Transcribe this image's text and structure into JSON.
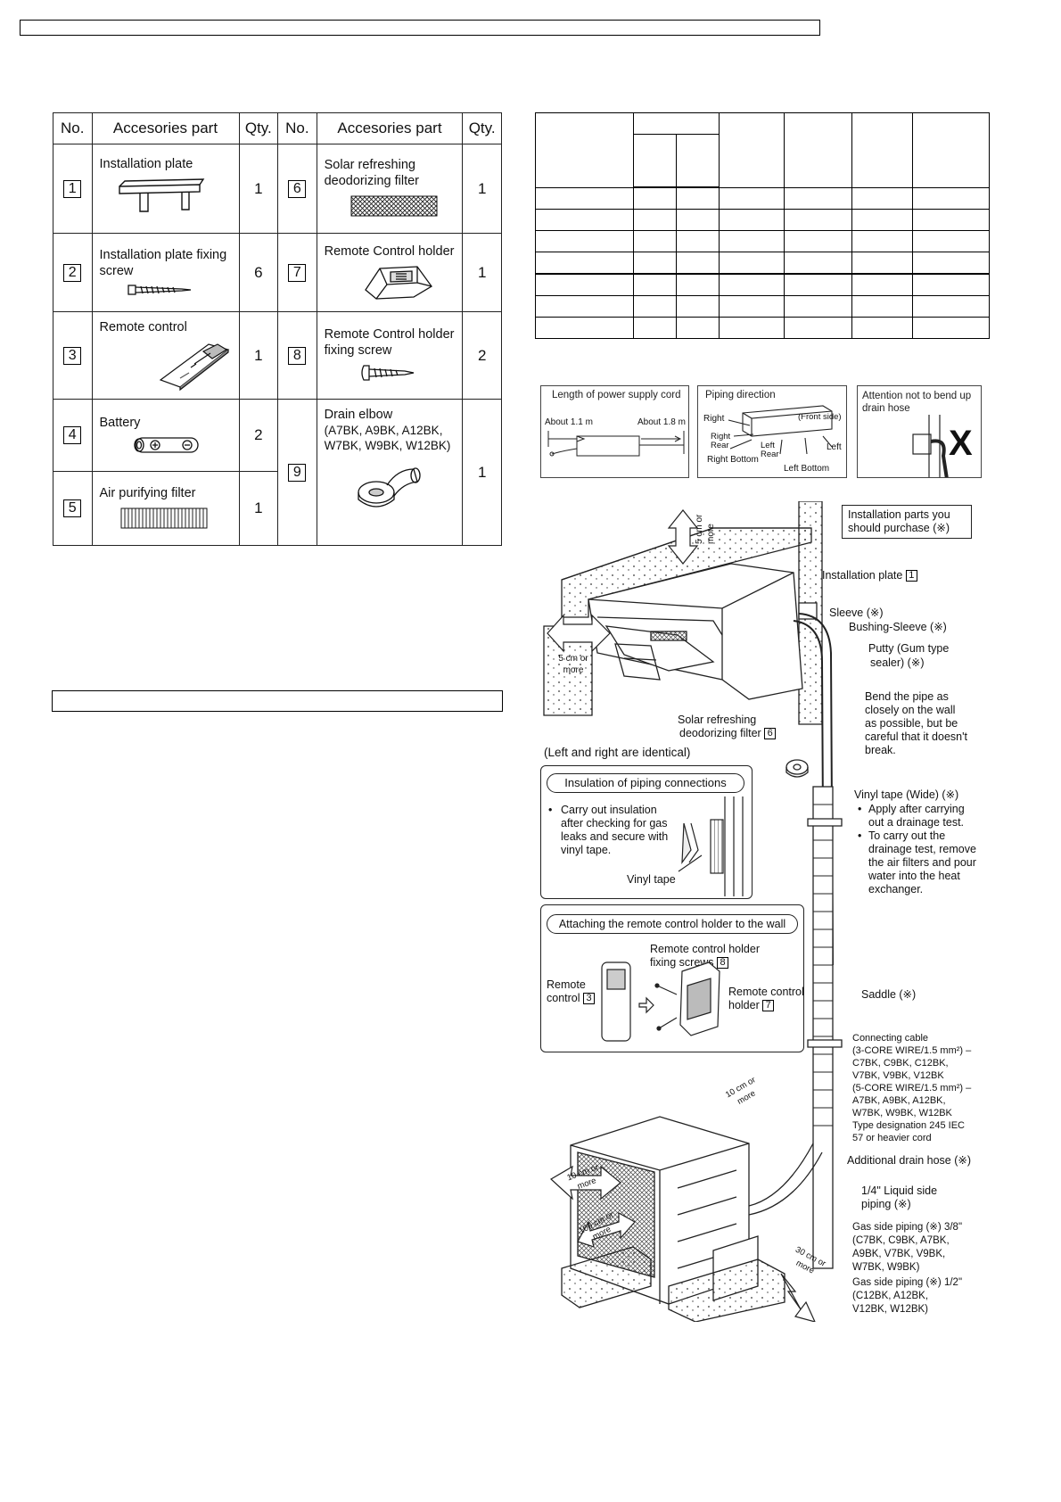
{
  "accessories_table": {
    "headers": [
      "No.",
      "Accesories part",
      "Qty.",
      "No.",
      "Accesories part",
      "Qty."
    ],
    "left": [
      {
        "no": "1",
        "part": "Installation plate",
        "qty": "1",
        "icon": "installation-plate-icon"
      },
      {
        "no": "2",
        "part": "Installation plate fixing screw",
        "qty": "6",
        "icon": "screw-icon"
      },
      {
        "no": "3",
        "part": "Remote control",
        "qty": "1",
        "icon": "remote-control-icon"
      },
      {
        "no": "4",
        "part": "Battery",
        "qty": "2",
        "icon": "battery-icon"
      },
      {
        "no": "5",
        "part": "Air purifying filter",
        "qty": "1",
        "icon": "air-filter-icon"
      }
    ],
    "right": [
      {
        "no": "6",
        "part": "Solar refreshing deodorizing filter",
        "qty": "1",
        "icon": "deodorizing-filter-icon"
      },
      {
        "no": "7",
        "part": "Remote Control holder",
        "qty": "1",
        "icon": "remote-holder-icon"
      },
      {
        "no": "8",
        "part": "Remote Control holder fixing screw",
        "qty": "2",
        "icon": "holder-screw-icon"
      },
      {
        "no": "9",
        "part": "Drain elbow",
        "subtitle": "(A7BK, A9BK, A12BK, W7BK, W9BK, W12BK)",
        "qty": "1",
        "icon": "drain-elbow-icon"
      }
    ]
  },
  "info_panels": {
    "power_cord": {
      "title": "Length of power supply cord",
      "left": "About 1.1 m",
      "right": "About 1.8 m"
    },
    "piping_direction": {
      "title": "Piping direction",
      "labels": [
        "Right",
        "(Front side)",
        "Right Rear",
        "Left Rear",
        "Left",
        "Right Bottom",
        "Left Bottom"
      ]
    },
    "attention": {
      "title": "Attention not to bend up drain hose",
      "mark": "X"
    }
  },
  "diagram": {
    "purchase_note": "Installation parts you should purchase (※)",
    "installation_plate": "Installation plate",
    "plate_no": "1",
    "sleeve": "Sleeve (※)",
    "bushing_sleeve": "Bushing-Sleeve (※)",
    "putty": [
      "Putty (Gum type",
      "sealer) (※)"
    ],
    "bend_pipe": [
      "Bend the pipe as",
      "closely on the wall",
      "as possible, but be",
      "careful that it doesn't",
      "break."
    ],
    "clearance_top": "5 cm or more",
    "clearance_side": "5 cm or more",
    "solar_filter": [
      "Solar refreshing",
      "deodorizing filter"
    ],
    "solar_filter_no": "6",
    "left_right": "(Left and right are identical)",
    "insulation_title": "Insulation of piping connections",
    "insulation_text": [
      "Carry out insulation",
      "after checking for gas",
      "leaks and secure with",
      "vinyl tape."
    ],
    "vinyl_tape": "Vinyl tape",
    "vinyl_wide": "Vinyl tape (Wide) (※)",
    "vinyl_bullets": [
      [
        "Apply after carrying",
        "out a drainage test."
      ],
      [
        "To carry out the",
        "drainage test, remove",
        "the air filters and pour",
        "water into the heat",
        "exchanger."
      ]
    ],
    "attach_title": "Attaching the remote control holder to the wall",
    "remote_holder_screws": [
      "Remote control holder",
      "fixing screws"
    ],
    "screws_no": "8",
    "remote_control": [
      "Remote",
      "control"
    ],
    "remote_no": "3",
    "remote_holder": [
      "Remote control",
      "holder"
    ],
    "holder_no": "7",
    "saddle": "Saddle (※)",
    "connecting_cable": [
      "Connecting cable",
      "(3-CORE WIRE/1.5 mm²) –",
      "C7BK, C9BK, C12BK,",
      "V7BK, V9BK, V12BK",
      "(5-CORE WIRE/1.5 mm²) –",
      "A7BK, A9BK, A12BK,",
      "W7BK, W9BK, W12BK",
      "Type designation 245 IEC",
      "57 or heavier cord"
    ],
    "drain_hose": "Additional drain hose (※)",
    "liquid_piping": [
      "1/4\" Liquid side",
      "piping (※)"
    ],
    "gas_piping_38": [
      "Gas side piping (※) 3/8\"",
      "(C7BK, C9BK, A7BK,",
      "A9BK, V7BK, V9BK,",
      "W7BK, W9BK)"
    ],
    "gas_piping_12": [
      "Gas side piping (※) 1/2\"",
      "(C12BK, A12BK,",
      "V12BK, W12BK)"
    ],
    "clear_10a": "10 cm or more",
    "clear_10b": "10 cm or more",
    "clear_100": "100 cm or more",
    "clear_30": "30 cm or more"
  }
}
